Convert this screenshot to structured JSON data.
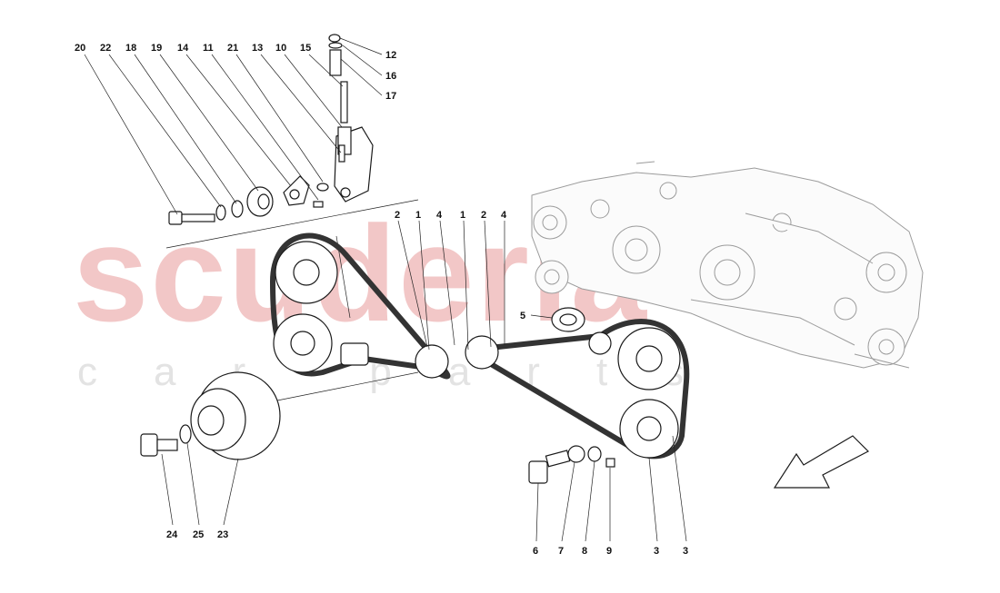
{
  "watermark": {
    "brand": "scuderia",
    "tagline": "car parts"
  },
  "callouts": {
    "n20": "20",
    "n22": "22",
    "n18": "18",
    "n19": "19",
    "n14": "14",
    "n11": "11",
    "n21": "21",
    "n13": "13",
    "n10": "10",
    "n15": "15",
    "n12": "12",
    "n16": "16",
    "n17": "17",
    "b2a": "2",
    "b1a": "1",
    "b4a": "4",
    "b1b": "1",
    "b2b": "2",
    "b4b": "4",
    "n5": "5",
    "n24": "24",
    "n25": "25",
    "n23": "23",
    "n6": "6",
    "n7": "7",
    "n8": "8",
    "n9": "9",
    "n3a": "3",
    "n3b": "3"
  },
  "colors": {
    "watermark_brand": "#f2c7c7",
    "watermark_tagline": "#e3e3e3",
    "line": "#222222"
  }
}
